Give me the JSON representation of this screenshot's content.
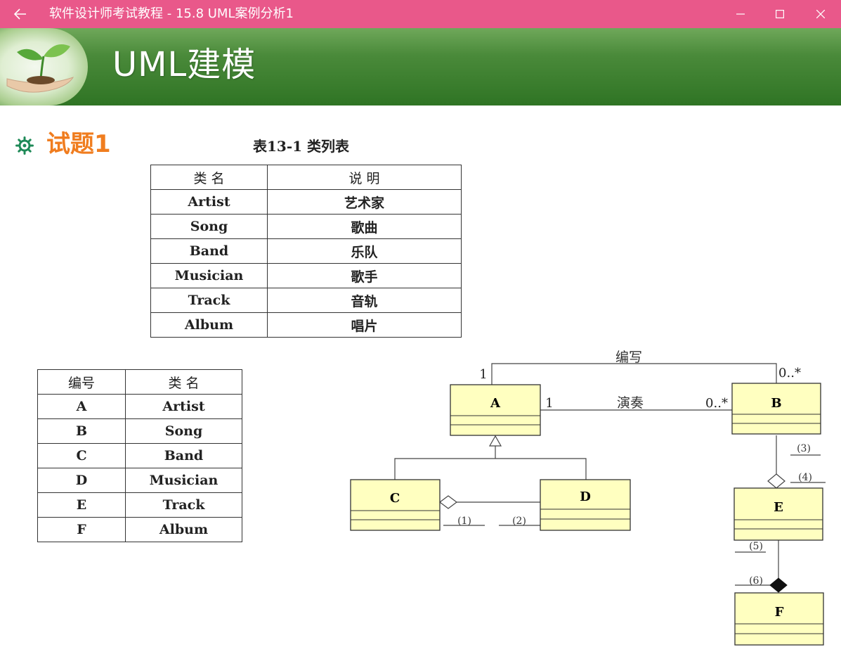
{
  "window": {
    "title": "软件设计师考试教程 - 15.8  UML案例分析1",
    "back_icon": "back-arrow-icon",
    "controls": [
      "minimize-icon",
      "maximize-icon",
      "close-icon"
    ]
  },
  "banner": {
    "title": "UML建模",
    "logo_icon": "plant-in-hands-icon",
    "colors": {
      "green": "#3d7d2e",
      "light": "#dfeed2"
    }
  },
  "section": {
    "title": "试题1",
    "icon": "dharma-wheel-icon",
    "color": "#f07d1f"
  },
  "class_table": {
    "caption": "表13-1  类列表",
    "headers": [
      "类 名",
      "说 明"
    ],
    "rows": [
      [
        "Artist",
        "艺术家"
      ],
      [
        "Song",
        "歌曲"
      ],
      [
        "Band",
        "乐队"
      ],
      [
        "Musician",
        "歌手"
      ],
      [
        "Track",
        "音轨"
      ],
      [
        "Album",
        "唱片"
      ]
    ]
  },
  "id_table": {
    "headers": [
      "编号",
      "类 名"
    ],
    "rows": [
      [
        "A",
        "Artist"
      ],
      [
        "B",
        "Song"
      ],
      [
        "C",
        "Band"
      ],
      [
        "D",
        "Musician"
      ],
      [
        "E",
        "Track"
      ],
      [
        "F",
        "Album"
      ]
    ]
  },
  "uml": {
    "classes": [
      "A",
      "B",
      "C",
      "D",
      "E",
      "F"
    ],
    "assoc_write": {
      "label": "编写",
      "left": "1",
      "right": "0..*"
    },
    "assoc_perform": {
      "label": "演奏",
      "left": "1",
      "right": "0..*"
    },
    "blanks": [
      "(1)",
      "(2)",
      "(3)",
      "(4)",
      "(5)",
      "(6)"
    ],
    "class_fill": "#ffffc0"
  }
}
